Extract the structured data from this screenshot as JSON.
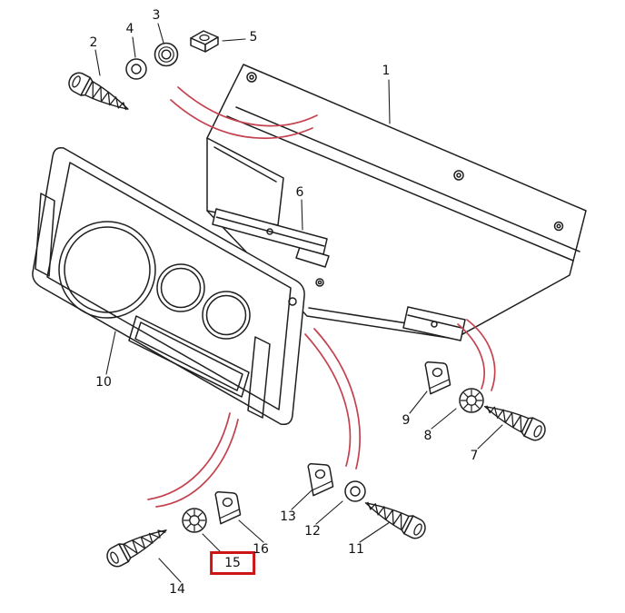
{
  "diagram": {
    "kind": "exploded-parts-diagram",
    "highlighted_part": "15"
  },
  "colors": {
    "background": "#ffffff",
    "line": "#1f1f1f",
    "accent": "#c4424f",
    "highlight": "#cc1616",
    "label-text": "#111111"
  },
  "parts": [
    {
      "number": "1"
    },
    {
      "number": "2"
    },
    {
      "number": "3"
    },
    {
      "number": "4"
    },
    {
      "number": "5"
    },
    {
      "number": "6"
    },
    {
      "number": "7"
    },
    {
      "number": "8"
    },
    {
      "number": "9"
    },
    {
      "number": "10"
    },
    {
      "number": "11"
    },
    {
      "number": "12"
    },
    {
      "number": "13"
    },
    {
      "number": "14"
    },
    {
      "number": "15"
    },
    {
      "number": "16"
    }
  ]
}
